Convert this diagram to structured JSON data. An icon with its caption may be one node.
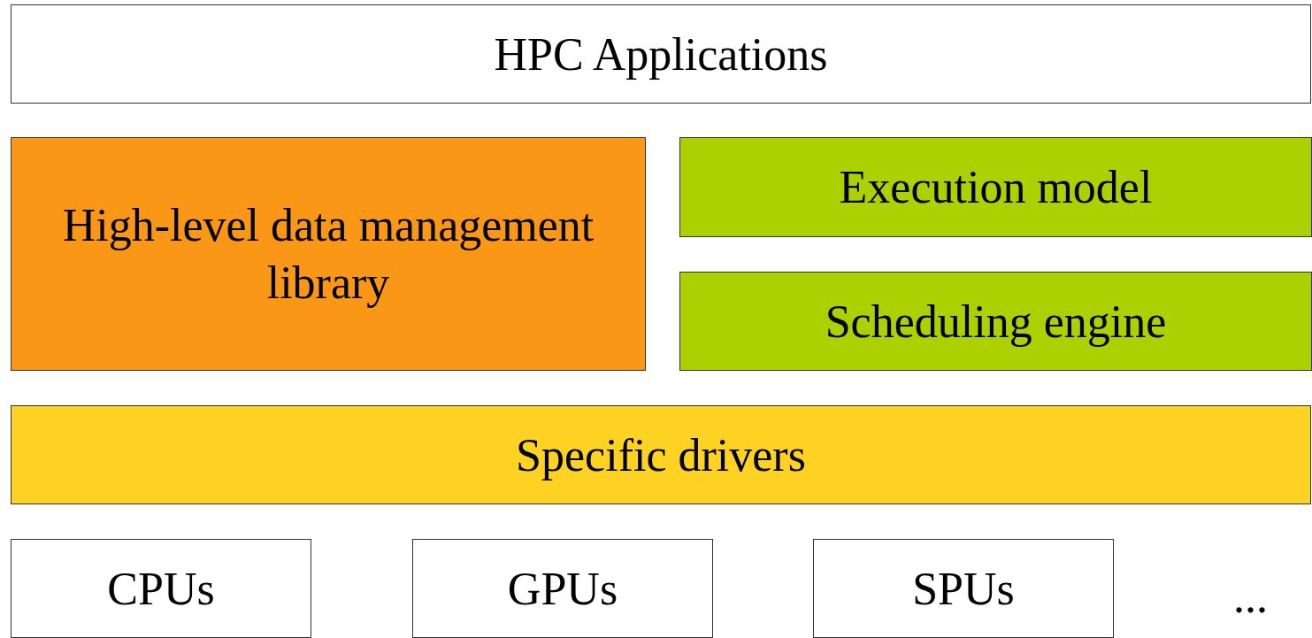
{
  "diagram": {
    "nodes": [
      {
        "text": [
          "HPC Applications"
        ]
      },
      {
        "text": [
          "High-level data management library"
        ]
      },
      {
        "text": [
          "Execution model"
        ]
      },
      {
        "text": [
          "Scheduling engine"
        ]
      },
      {
        "text": [
          "Specific drivers"
        ]
      },
      {
        "text": [
          "CPUs"
        ]
      },
      {
        "text": [
          "GPUs"
        ]
      },
      {
        "text": [
          "SPUs"
        ]
      }
    ],
    "labels": [
      "..."
    ]
  }
}
